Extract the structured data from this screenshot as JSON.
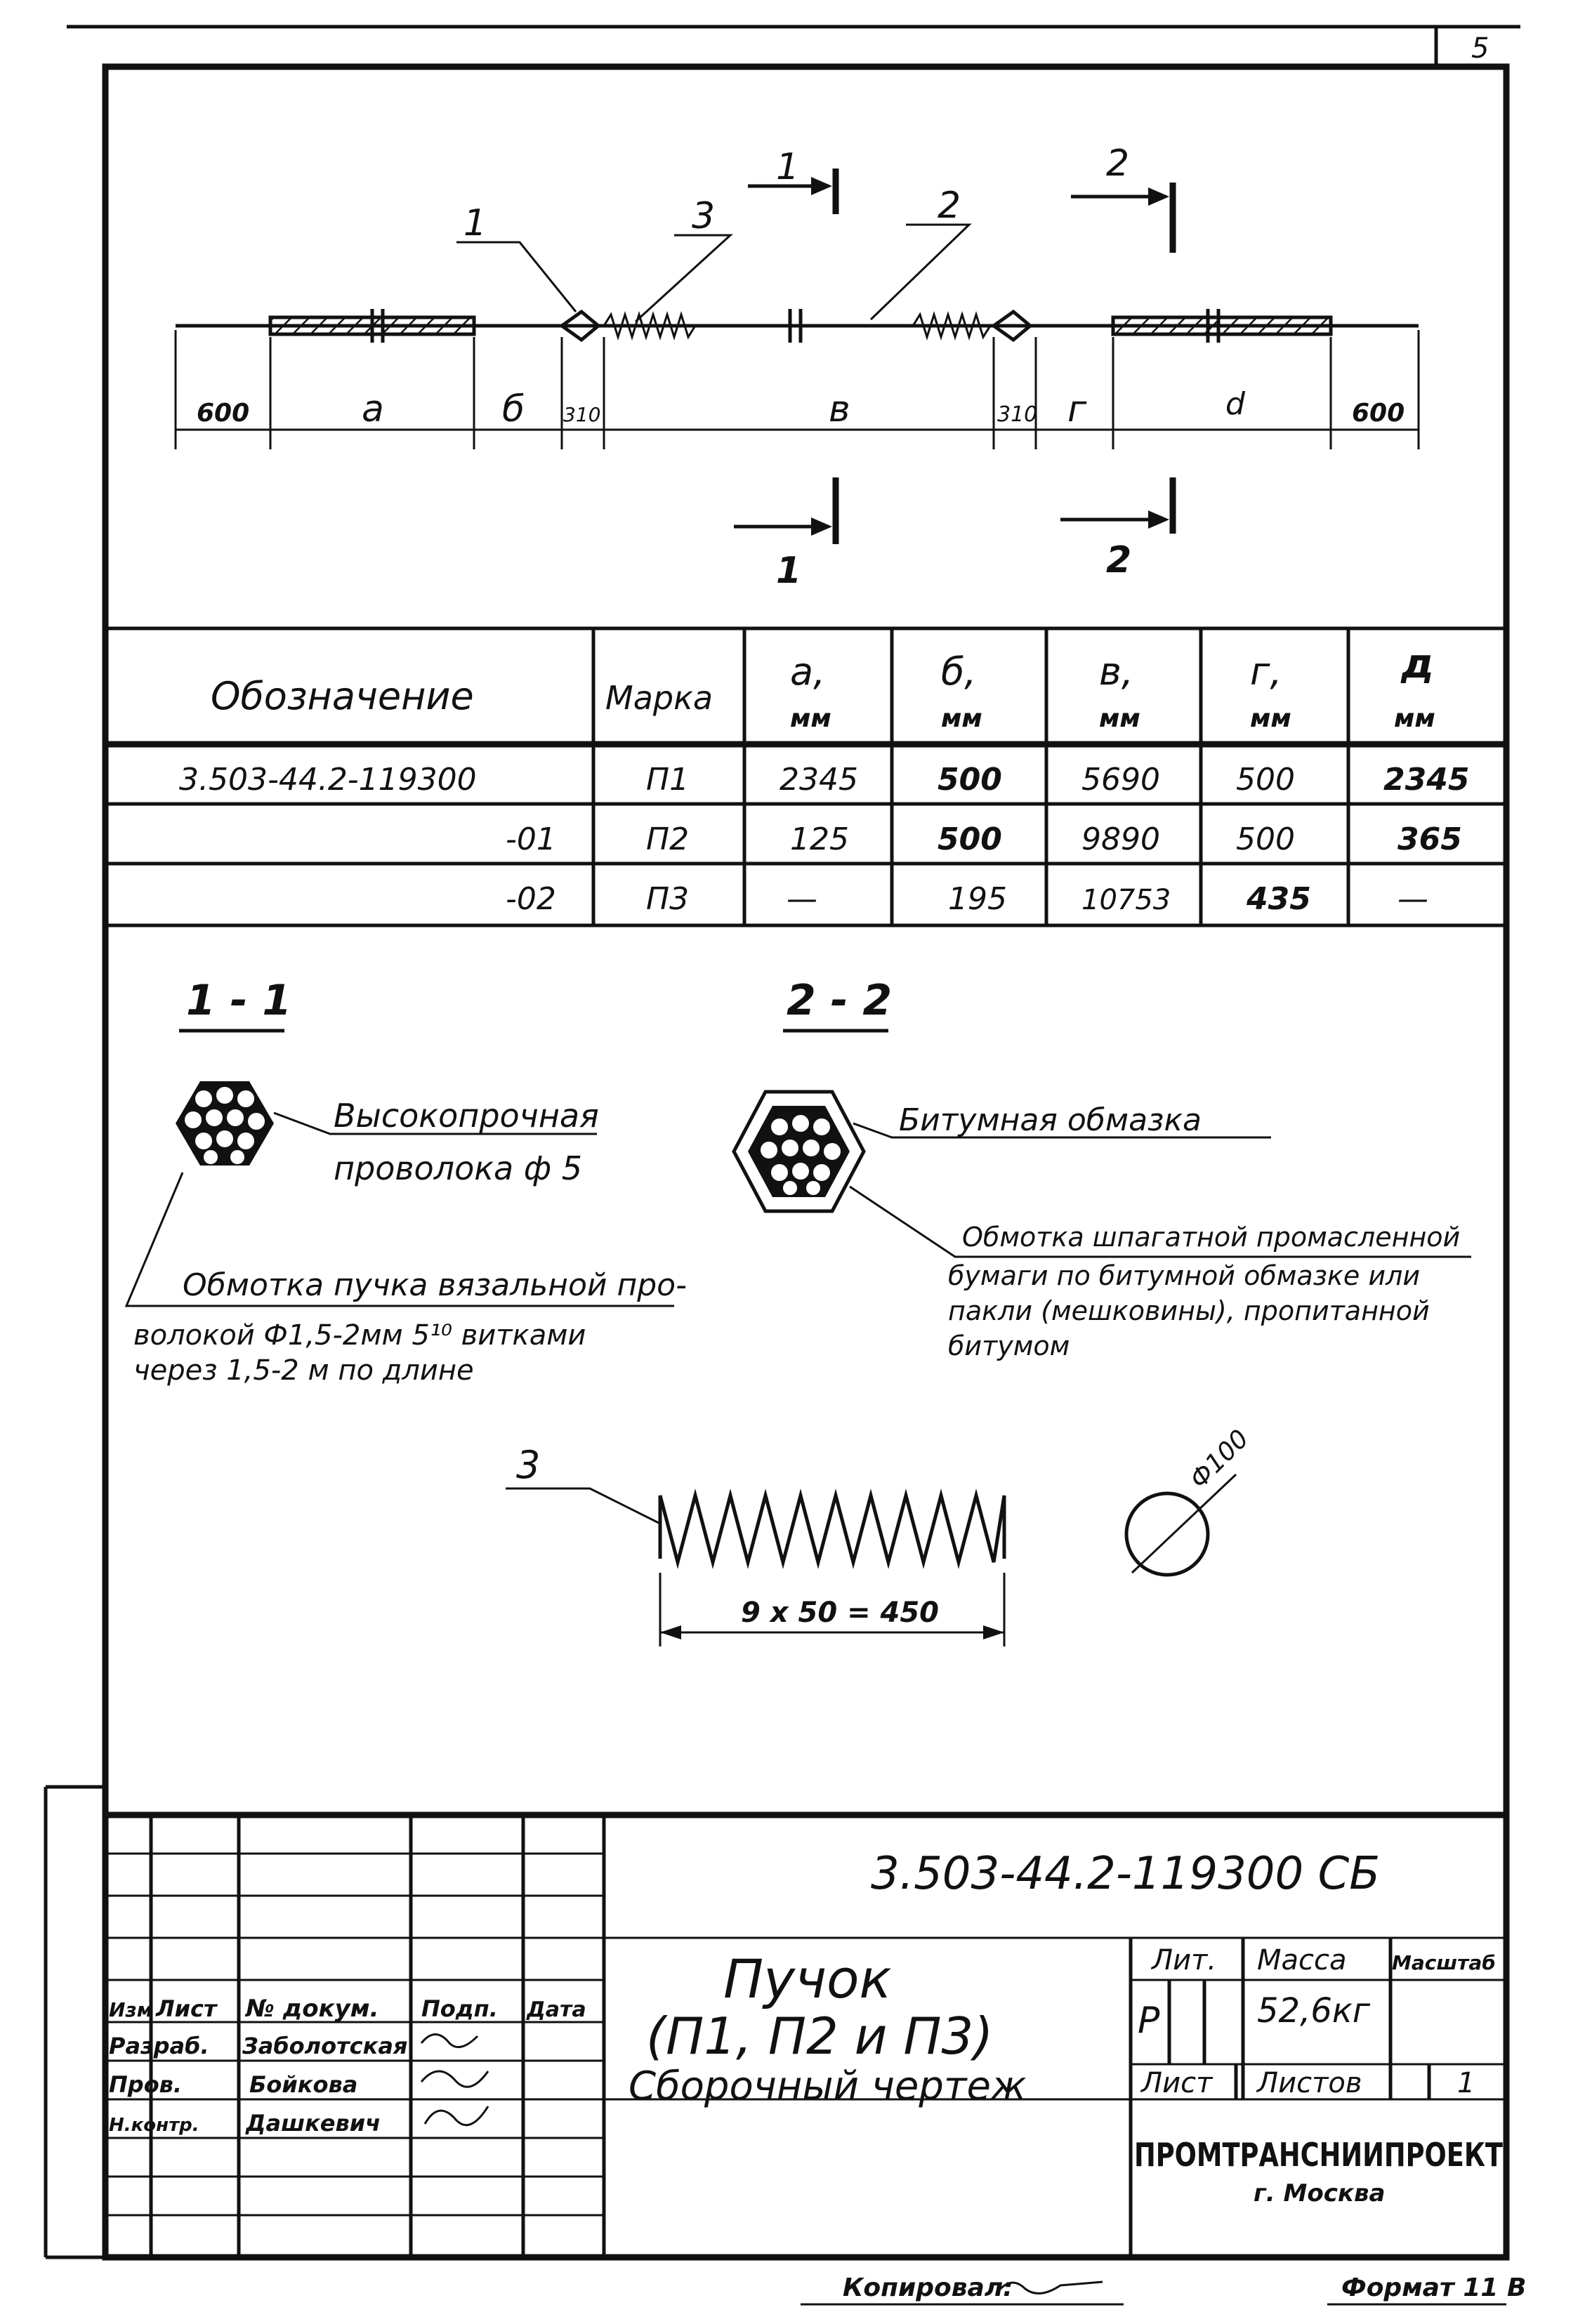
{
  "corner_mark": "5",
  "drawing": {
    "callouts": {
      "c1": "1",
      "c2": "2",
      "c3": "3"
    },
    "section_top_1": "1",
    "section_top_2": "2",
    "section_bottom_1": "1",
    "section_bottom_2": "2",
    "dims": {
      "d600_left": "600",
      "a": "a",
      "b": "б",
      "d310_left": "310",
      "v": "в",
      "d310_right": "310",
      "g": "г",
      "d": "d",
      "d600_right": "600"
    }
  },
  "table": {
    "headers": [
      {
        "l1": "Обозначение",
        "l2": ""
      },
      {
        "l1": "Марка",
        "l2": ""
      },
      {
        "l1": "а,",
        "l2": "мм"
      },
      {
        "l1": "б,",
        "l2": "мм"
      },
      {
        "l1": "в,",
        "l2": "мм"
      },
      {
        "l1": "г,",
        "l2": "мм"
      },
      {
        "l1": "д",
        "l2": "мм"
      }
    ],
    "rows": [
      [
        "3.503-44.2-119300",
        "П1",
        "2345",
        "500",
        "5690",
        "500",
        "2345"
      ],
      [
        "-01",
        "П2",
        "125",
        "500",
        "9890",
        "500",
        "365"
      ],
      [
        "-02",
        "П3",
        "—",
        "195",
        "10753",
        "435",
        "—"
      ]
    ]
  },
  "sections": {
    "s11": {
      "title": "1 - 1",
      "label1_l1": "Высокопрочная",
      "label1_l2": "проволока ф 5",
      "label2_l1": "Обмотка пучка вязальной про-",
      "label2_l2": "волокой Ф1,5-2мм 5¹⁰ витками",
      "label2_l3": "через 1,5-2 м по длине"
    },
    "s22": {
      "title": "2 - 2",
      "label1": "Битумная обмазка",
      "label2_l1": "Обмотка шпагатной промасленной",
      "label2_l2": "бумаги по битумной обмазке или",
      "label2_l3": "пакли (мешковины), пропитанной",
      "label2_l4": "битумом"
    }
  },
  "spiral": {
    "callout": "3",
    "dim": "9 x 50 = 450",
    "diameter": "Ф100"
  },
  "title_block": {
    "code": "3.503-44.2-119300 СБ",
    "title_l1": "Пучок",
    "title_l2": "(П1, П2 и П3)",
    "title_l3": "Сборочный чертеж",
    "sign_headers": [
      "Изм",
      "Лист",
      "№ докум.",
      "Подп.",
      "Дата"
    ],
    "roles": [
      {
        "role": "Разраб.",
        "name": "Заболотская"
      },
      {
        "role": "Пров.",
        "name": "Бойкова"
      },
      {
        "role": "Н.контр.",
        "name": "Дашкевич"
      }
    ],
    "lit_header": "Лит.",
    "mass_header": "Масса",
    "scale_header": "Масштаб",
    "lit_value": "Р",
    "mass_value": "52,6кг",
    "sheet_label": "Лист",
    "sheets_label": "Листов",
    "sheets_value": "1",
    "org": "ПРОМТРАНСНИИПРОЕКТ",
    "city": "г. Москва"
  },
  "footer": {
    "copied": "Копировал:",
    "format": "Формат 11 В"
  }
}
